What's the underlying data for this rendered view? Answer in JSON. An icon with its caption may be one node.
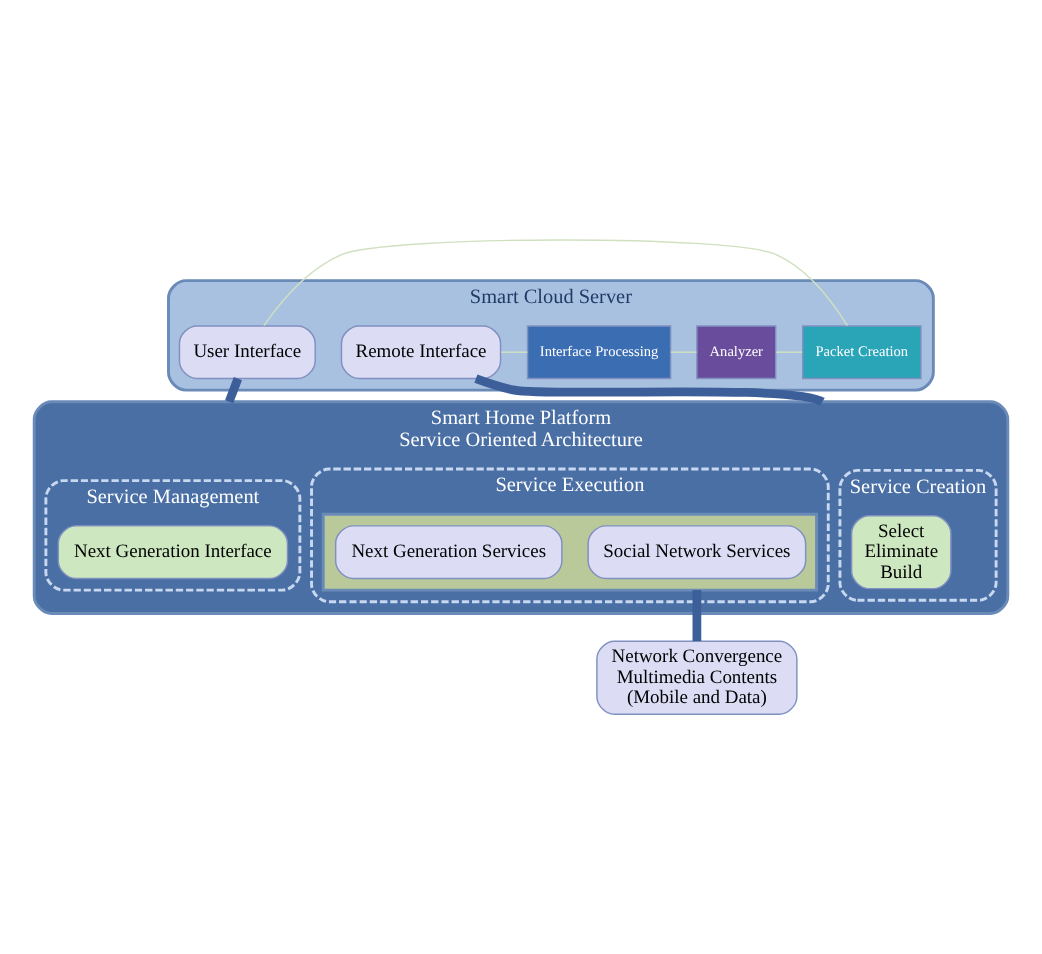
{
  "diagram": {
    "nodes": [
      {
        "text": [
          "Smart Cloud Server"
        ]
      },
      {
        "text": [
          "Remote Interface"
        ],
        "in": 0
      },
      {
        "text": [
          "Interface Processing"
        ],
        "in": 0
      },
      {
        "text": [
          "Analyzer"
        ],
        "in": 0
      },
      {
        "text": [
          "Packet Creation"
        ],
        "in": 0
      },
      {
        "text": [
          "User Interface"
        ],
        "in": 0
      },
      {
        "text": [
          "Smart Home Platform",
          "Service Oriented Architecture"
        ]
      },
      {
        "text": [
          "Service Creation"
        ],
        "in": 6
      },
      {
        "text": [
          "Select",
          "Eliminate",
          "Build"
        ],
        "in": 7
      },
      {
        "text": [
          "Service Execution"
        ],
        "in": 6
      },
      {
        "text": [],
        "shape": "box",
        "in": 9
      },
      {
        "text": [
          "Social Network Services"
        ],
        "in": 10
      },
      {
        "text": [
          "Next Generation Services"
        ],
        "in": 10
      },
      {
        "text": [
          "Service Management"
        ],
        "in": 6
      },
      {
        "text": [
          "Next Generation Interface"
        ],
        "in": 13
      },
      {
        "text": [
          "Network Convergence",
          "Multimedia Contents",
          "(Mobile and Data)"
        ]
      }
    ],
    "edges": [
      {
        "from": 1,
        "to": 2,
        "arrow": "none"
      },
      {
        "from": 2,
        "to": 3,
        "arrow": "none"
      },
      {
        "from": 3,
        "to": 4,
        "arrow": "none"
      },
      {
        "from": 4,
        "to": 5,
        "arrow": "none"
      },
      {
        "from": 1,
        "to": 6,
        "arrow": "none",
        "style": "thick",
        "color": "#3d5f99"
      },
      {
        "from": 5,
        "to": 6,
        "arrow": "none",
        "style": "thick",
        "color": "#3d5f99"
      },
      {
        "from": 10,
        "to": 15,
        "arrow": "none",
        "style": "thick",
        "color": "#3d5f99"
      }
    ]
  }
}
